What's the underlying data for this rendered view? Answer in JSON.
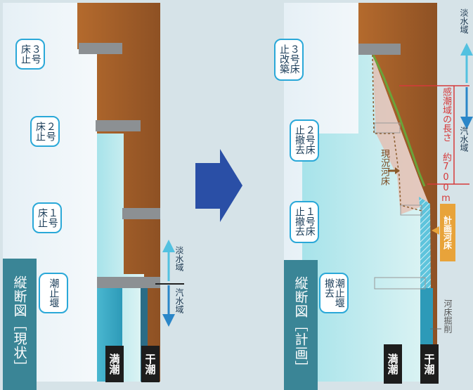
{
  "left_panel": {
    "title": "縦断図［現状］",
    "callouts": {
      "weir": "潮止堰",
      "sill1": "１号床止",
      "sill2": "２号床止",
      "sill3": "３号床止"
    },
    "high_tide": "満潮",
    "low_tide": "干潮",
    "salt_zone": "汽水域",
    "fresh_zone": "淡水域"
  },
  "right_panel": {
    "title": "縦断図［計画］",
    "callouts": {
      "weir": "潮止堰撤去",
      "sill1": "１号床止撤去",
      "sill2": "２号床止撤去",
      "sill3": "３号床止改築"
    },
    "high_tide": "満潮",
    "low_tide": "干潮",
    "current_bed": "現況河床",
    "planned_bed": "計画河床",
    "excavation": "河床掘削",
    "tidal_length": "感潮域の長さ 約700m",
    "salt_zone": "汽水域",
    "fresh_zone": "淡水域"
  },
  "colors": {
    "earth": "#a8622a",
    "water_light": "#bfe9ee",
    "water_deep": "#3ea9c5",
    "structure": "#8c9093",
    "arrow": "#2a4fa6",
    "accent_red": "#d63a3a",
    "accent_orange": "#e8a33a"
  }
}
